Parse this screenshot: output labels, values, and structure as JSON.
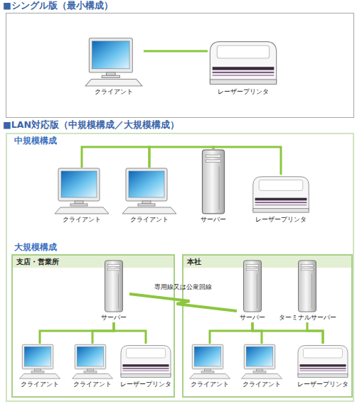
{
  "diagram": {
    "nodes": [
      {
        "text": [
          "■シングル版（最小構成）"
        ]
      },
      {
        "text": [
          "クライアント"
        ],
        "in": 0
      },
      {
        "text": [
          "レーザープリンタ"
        ],
        "in": 0
      },
      {
        "text": [
          "■LAN対応版（中規模構成／大規模構成）"
        ]
      },
      {
        "text": [
          "クライアント"
        ],
        "in": 3
      },
      {
        "text": [
          "クライアント"
        ],
        "in": 3
      },
      {
        "text": [
          "サーバー"
        ],
        "in": 3
      },
      {
        "text": [
          "レーザープリンタ"
        ],
        "in": 3
      },
      {
        "text": [
          "支店・営業所"
        ],
        "in": 3
      },
      {
        "text": [
          "サーバー"
        ],
        "in": 8
      },
      {
        "text": [
          "クライアント"
        ],
        "in": 8
      },
      {
        "text": [
          "クライアント"
        ],
        "in": 8
      },
      {
        "text": [
          "レーザープリンタ"
        ],
        "in": 8
      },
      {
        "text": [
          "本社"
        ],
        "in": 3
      },
      {
        "text": [
          "サーバー"
        ],
        "in": 13
      },
      {
        "text": [
          "ターミナルサーバー"
        ],
        "in": 13
      },
      {
        "text": [
          "クライアント"
        ],
        "in": 13
      },
      {
        "text": [
          "クライアント"
        ],
        "in": 13
      },
      {
        "text": [
          "レーザープリンタ"
        ],
        "in": 13
      }
    ],
    "edges": [
      {
        "from": 1,
        "to": 2,
        "arrow": "none"
      },
      {
        "from": 4,
        "to": 5,
        "arrow": "none"
      },
      {
        "from": 5,
        "to": 6,
        "arrow": "none"
      },
      {
        "from": 6,
        "to": 7,
        "arrow": "none"
      },
      {
        "from": 9,
        "to": 10,
        "arrow": "none"
      },
      {
        "from": 9,
        "to": 11,
        "arrow": "none"
      },
      {
        "from": 9,
        "to": 12,
        "arrow": "none"
      },
      {
        "from": 14,
        "to": 16,
        "arrow": "none"
      },
      {
        "from": 14,
        "to": 17,
        "arrow": "none"
      },
      {
        "from": 14,
        "to": 18,
        "arrow": "none"
      },
      {
        "from": 15,
        "to": 18,
        "arrow": "none"
      },
      {
        "from": 9,
        "to": 14,
        "label": "専用線又は公衆回線",
        "arrow": "none"
      }
    ],
    "labels": [
      "中規模構成",
      "大規模構成"
    ]
  }
}
